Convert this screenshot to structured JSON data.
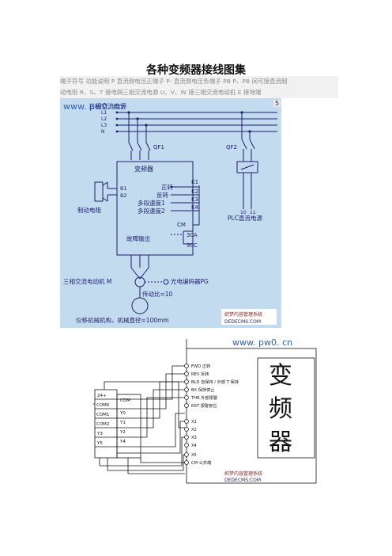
{
  "document": {
    "title": "各种变频器接线图集",
    "intro_line1": "端子符号  功能说明  P  直流侧电压正端子  P-  直流侧电压负端子  PB P、PB 间可接直流制",
    "intro_line2": "动电阻  R、S、T  接电网三相交流电源  U、V、W  接三相交流电动机  E  接地端"
  },
  "figure1": {
    "watermark": "www. pw0. cn",
    "supply_label": "三相交流电源",
    "lines": [
      "L1",
      "L2",
      "L3",
      "N"
    ],
    "qf1": "QF1",
    "qf2": "QF2",
    "inverter": "变频器",
    "brake_terminals": [
      "B1",
      "B2"
    ],
    "brake_resistor": "制动电阻",
    "inputs": [
      {
        "name": "正转",
        "relay": "K1"
      },
      {
        "name": "反转",
        "relay": "K2"
      },
      {
        "name": "多段速度1",
        "relay": "K3"
      },
      {
        "name": "多段速度2",
        "relay": "K4"
      }
    ],
    "cm": "CM",
    "fault_output": "故障输出",
    "fault_terminals": [
      "30A",
      "30C"
    ],
    "plc_supply": "PLC直流电源",
    "plc_terminals": [
      "10",
      "11"
    ],
    "motor_label": "三相交流电动机 M",
    "encoder_label": "光电编码器PG",
    "transmission": "传动比=10",
    "mechanism": "仪移机械机构，机械直径=100mm",
    "stamp_line1": "织梦内容管理系统",
    "stamp_line2": "DEDECMS.COM",
    "page_marker": "5"
  },
  "figure2": {
    "watermark": "www. pw0. cn",
    "big_label": [
      "变",
      "频",
      "器"
    ],
    "inverter_terminals": [
      "FWD 正转",
      "REV 反转",
      "BLD 自保持 / 外部 T 保持",
      "BX 保持停止",
      "THR 外部报警",
      "RST 报警复位",
      "X1",
      "X2",
      "X3",
      "X4",
      "X5",
      "CM 公共端"
    ],
    "plc_left": [
      "24+",
      "COM0",
      "COM1",
      "COM2",
      "Y3",
      "Y5"
    ],
    "plc_right": [
      "COM",
      "Y0",
      "Y1",
      "Y2",
      "Y4"
    ],
    "stamp_line1": "织梦内容管理系统",
    "stamp_line2": "DEDECMS.COM"
  }
}
